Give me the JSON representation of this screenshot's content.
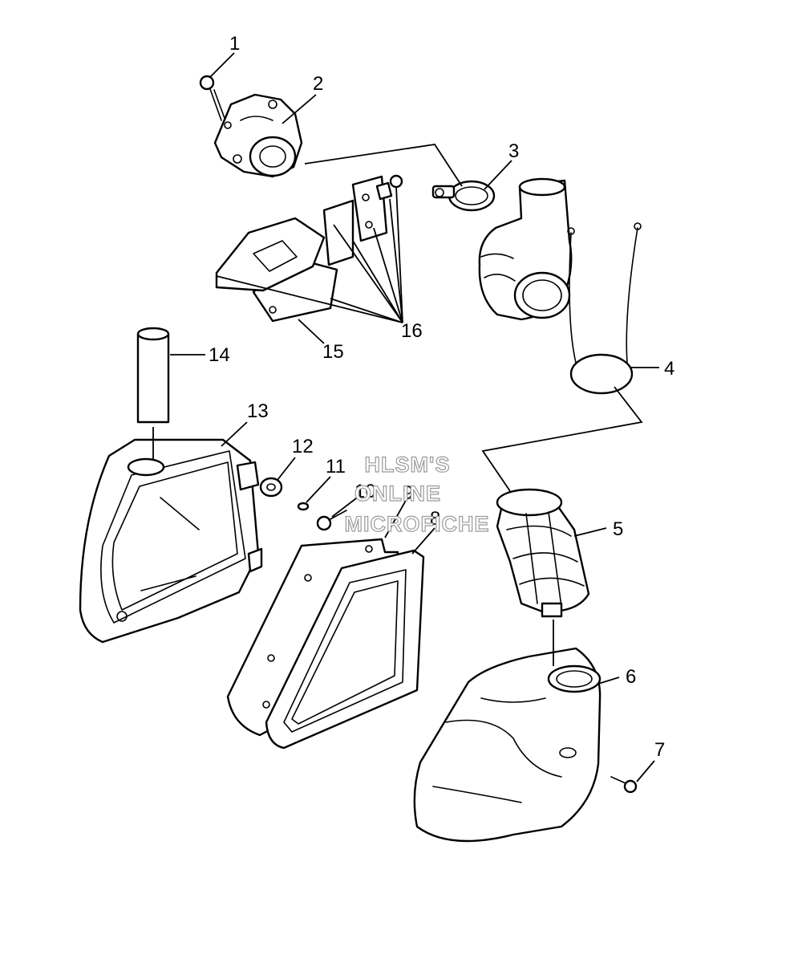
{
  "callouts": {
    "c1": "1",
    "c2": "2",
    "c3": "3",
    "c4": "4",
    "c5": "5",
    "c6": "6",
    "c7": "7",
    "c8": "8",
    "c9": "9",
    "c10": "10",
    "c11": "11",
    "c12": "12",
    "c13": "13",
    "c14": "14",
    "c15": "15",
    "c16": "16"
  },
  "watermark": {
    "line1": "HLSM'S",
    "line2": "ONLINE",
    "line3": "MICROFICHE"
  },
  "colors": {
    "line": "#000000",
    "watermark_outline": "#9a9a9a"
  }
}
